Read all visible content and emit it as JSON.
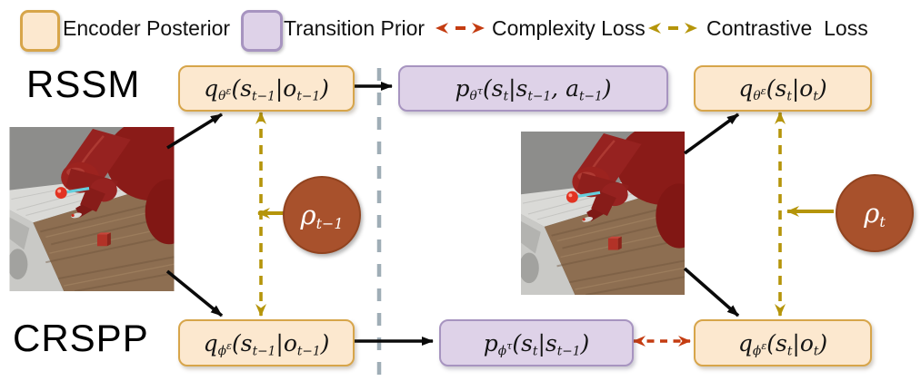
{
  "figure": {
    "type": "paper-diagram",
    "description_rows": [
      "RSSM",
      "CRSPP"
    ]
  },
  "legend": {
    "encoder_label": "Encoder Posterior",
    "prior_label": "Transition Prior",
    "complexity_label": "Complexity Loss",
    "contrastive_label": "Contrastive  Loss"
  },
  "rows": {
    "rssm": "RSSM",
    "crspp": "CRSPP"
  },
  "nodes": {
    "rssm_encoder_prev": "q<sub>θ<sup>ε</sup></sub>(s<sub>t−1</sub>|o<sub>t−1</sub>)",
    "rssm_prior": "p<sub>θ<sup>τ</sup></sub>(s<sub>t</sub>|s<sub>t−1</sub>, a<sub>t−1</sub>)",
    "rssm_encoder_cur": "q<sub>θ<sup>ε</sup></sub>(s<sub>t</sub>|o<sub>t</sub>)",
    "crspp_encoder_prev": "q<sub>ϕ<sup>ε</sup></sub>(s<sub>t−1</sub>|o<sub>t−1</sub>)",
    "crspp_prior": "p<sub>ϕ<sup>τ</sup></sub>(s<sub>t</sub>|s<sub>t−1</sub>)",
    "crspp_encoder_cur": "q<sub>ϕ<sup>ε</sup></sub>(s<sub>t</sub>|o<sub>t</sub>)"
  },
  "factors": {
    "rho_prev": "ρ<sub>t−1</sub>",
    "rho_cur": "ρ<sub>t</sub>"
  },
  "icons": {
    "complexity_arrow": "double-headed-dashed-arrow",
    "contrastive_arrow": "double-headed-dashed-arrow",
    "divider": "vertical-dashed-line"
  },
  "colors": {
    "encoder_fill": "#fce8cf",
    "encoder_border": "#d7a54a",
    "prior_fill": "#ded2e8",
    "prior_border": "#a794c0",
    "contrastive_yellow": "#b5950a",
    "complexity_red": "#c43c11",
    "rho_circle": "#a8512c",
    "divider_gray": "#9fadb6",
    "arrow_black": "#0a0a0a"
  }
}
